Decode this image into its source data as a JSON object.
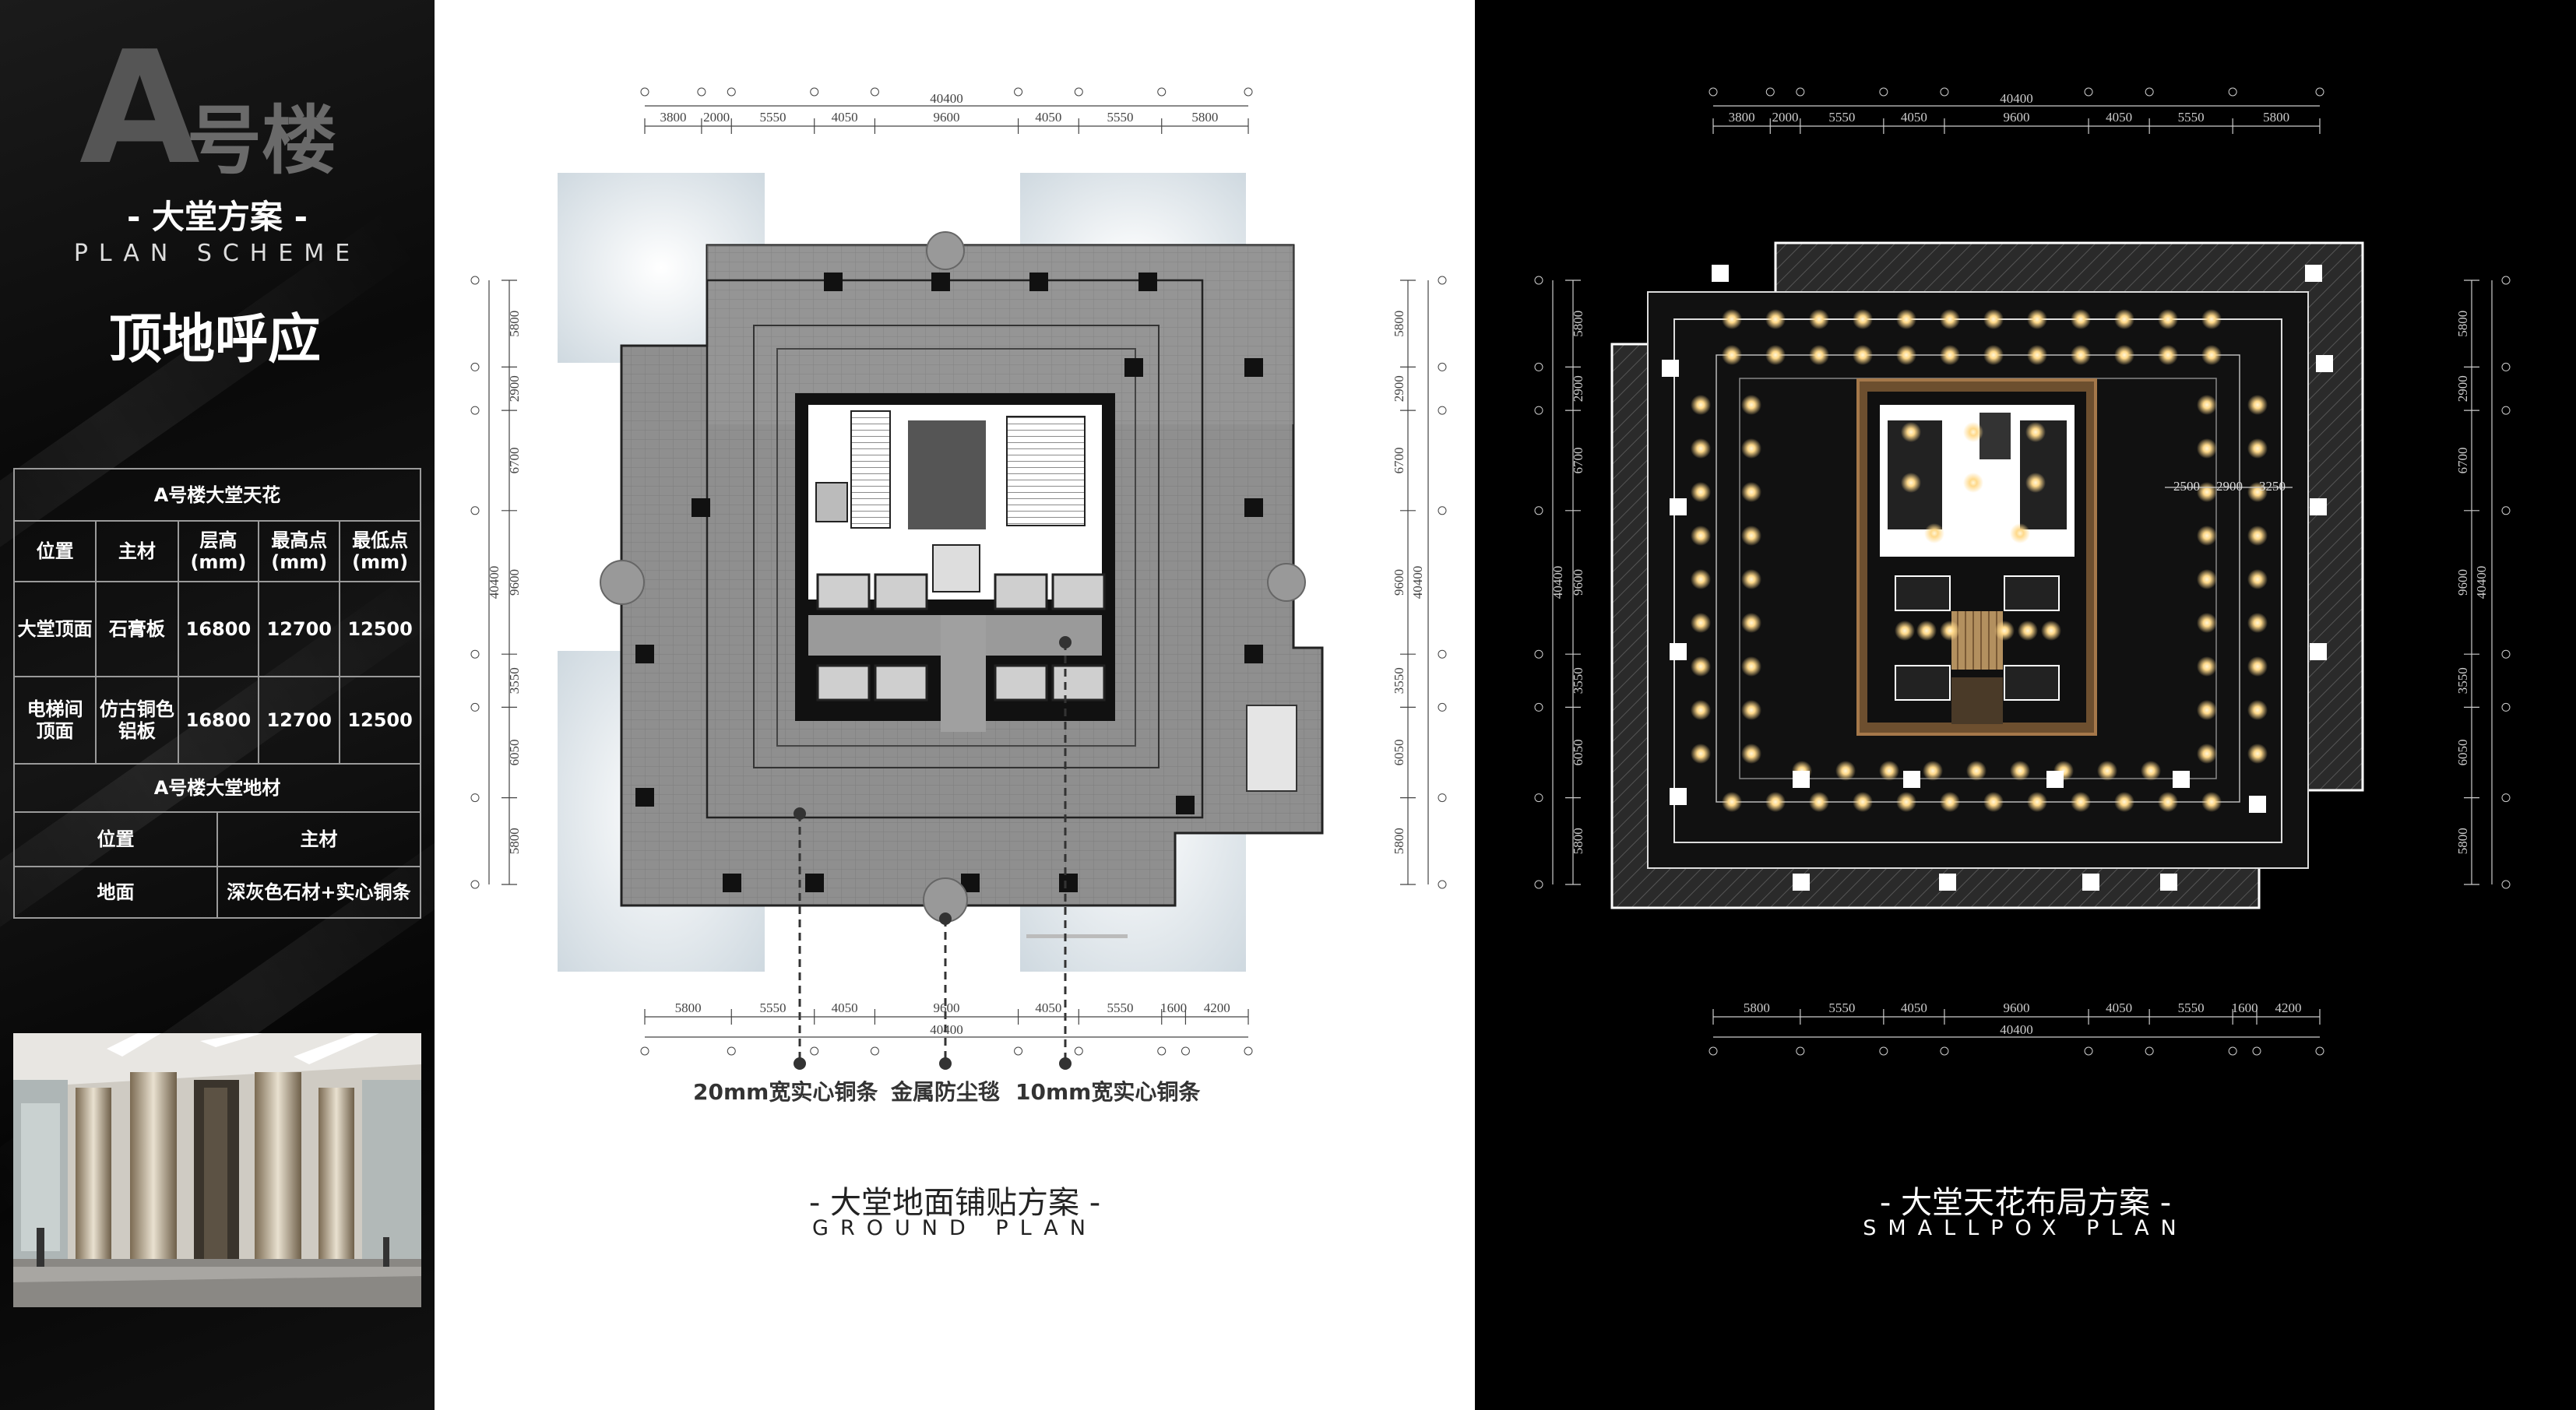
{
  "brand": {
    "letter": "A",
    "word": "号楼"
  },
  "subtitle_cn": "- 大堂方案 -",
  "subtitle_en": "PLAN SCHEME",
  "heading": "顶地呼应",
  "ceiling_table": {
    "title": "A号楼大堂天花",
    "headers": [
      "位置",
      "主材",
      "层高\n(mm)",
      "最高点\n(mm)",
      "最低点\n(mm)"
    ],
    "rows": [
      [
        "大堂顶面",
        "石膏板",
        "16800",
        "12700",
        "12500"
      ],
      [
        "电梯间\n顶面",
        "仿古铜色\n铝板",
        "16800",
        "12700",
        "12500"
      ]
    ]
  },
  "floor_table": {
    "title": "A号楼大堂地材",
    "headers": [
      "位置",
      "主材"
    ],
    "rows": [
      [
        "地面",
        "深灰色石材+实心铜条"
      ]
    ]
  },
  "ground_plan": {
    "top_dims": [
      "3800",
      "2000",
      "5550",
      "4050",
      "9600",
      "4050",
      "5550",
      "5800"
    ],
    "top_total": "40400",
    "bottom_dims": [
      "5800",
      "5550",
      "4050",
      "9600",
      "4050",
      "5550",
      "1600",
      "4200"
    ],
    "bottom_total": "40400",
    "left_dims": [
      "5800",
      "2900",
      "6700",
      "9600",
      "3550",
      "6050",
      "5800"
    ],
    "left_total": "40400",
    "right_dims": [
      "5800",
      "2900",
      "6700",
      "9600",
      "3550",
      "6050",
      "5800"
    ],
    "right_total": "40400",
    "callouts": [
      "20mm宽实心铜条",
      "金属防尘毯",
      "10mm宽实心铜条"
    ],
    "caption_cn": "- 大堂地面铺贴方案 -",
    "caption_en": "GROUND PLAN"
  },
  "ceiling_plan": {
    "top_dims": [
      "3800",
      "2000",
      "5550",
      "4050",
      "9600",
      "4050",
      "5550",
      "5800"
    ],
    "top_total": "40400",
    "bottom_dims": [
      "5800",
      "5550",
      "4050",
      "9600",
      "4050",
      "5550",
      "1600",
      "4200"
    ],
    "bottom_total": "40400",
    "left_dims": [
      "5800",
      "2900",
      "6700",
      "9600",
      "3550",
      "6050",
      "5800"
    ],
    "left_total": "40400",
    "right_dims": [
      "5800",
      "2900",
      "6700",
      "9600",
      "3550",
      "6050",
      "5800"
    ],
    "right_total": "40400",
    "inner_dims": [
      "2500",
      "2900",
      "3250"
    ],
    "caption_cn": "- 大堂天花布局方案 -",
    "caption_en": "SMALLPOX PLAN"
  },
  "colors": {
    "floor_stone": "#8f8f8f",
    "ceiling_light": "#ffd98a",
    "copper": "#a5784a"
  }
}
